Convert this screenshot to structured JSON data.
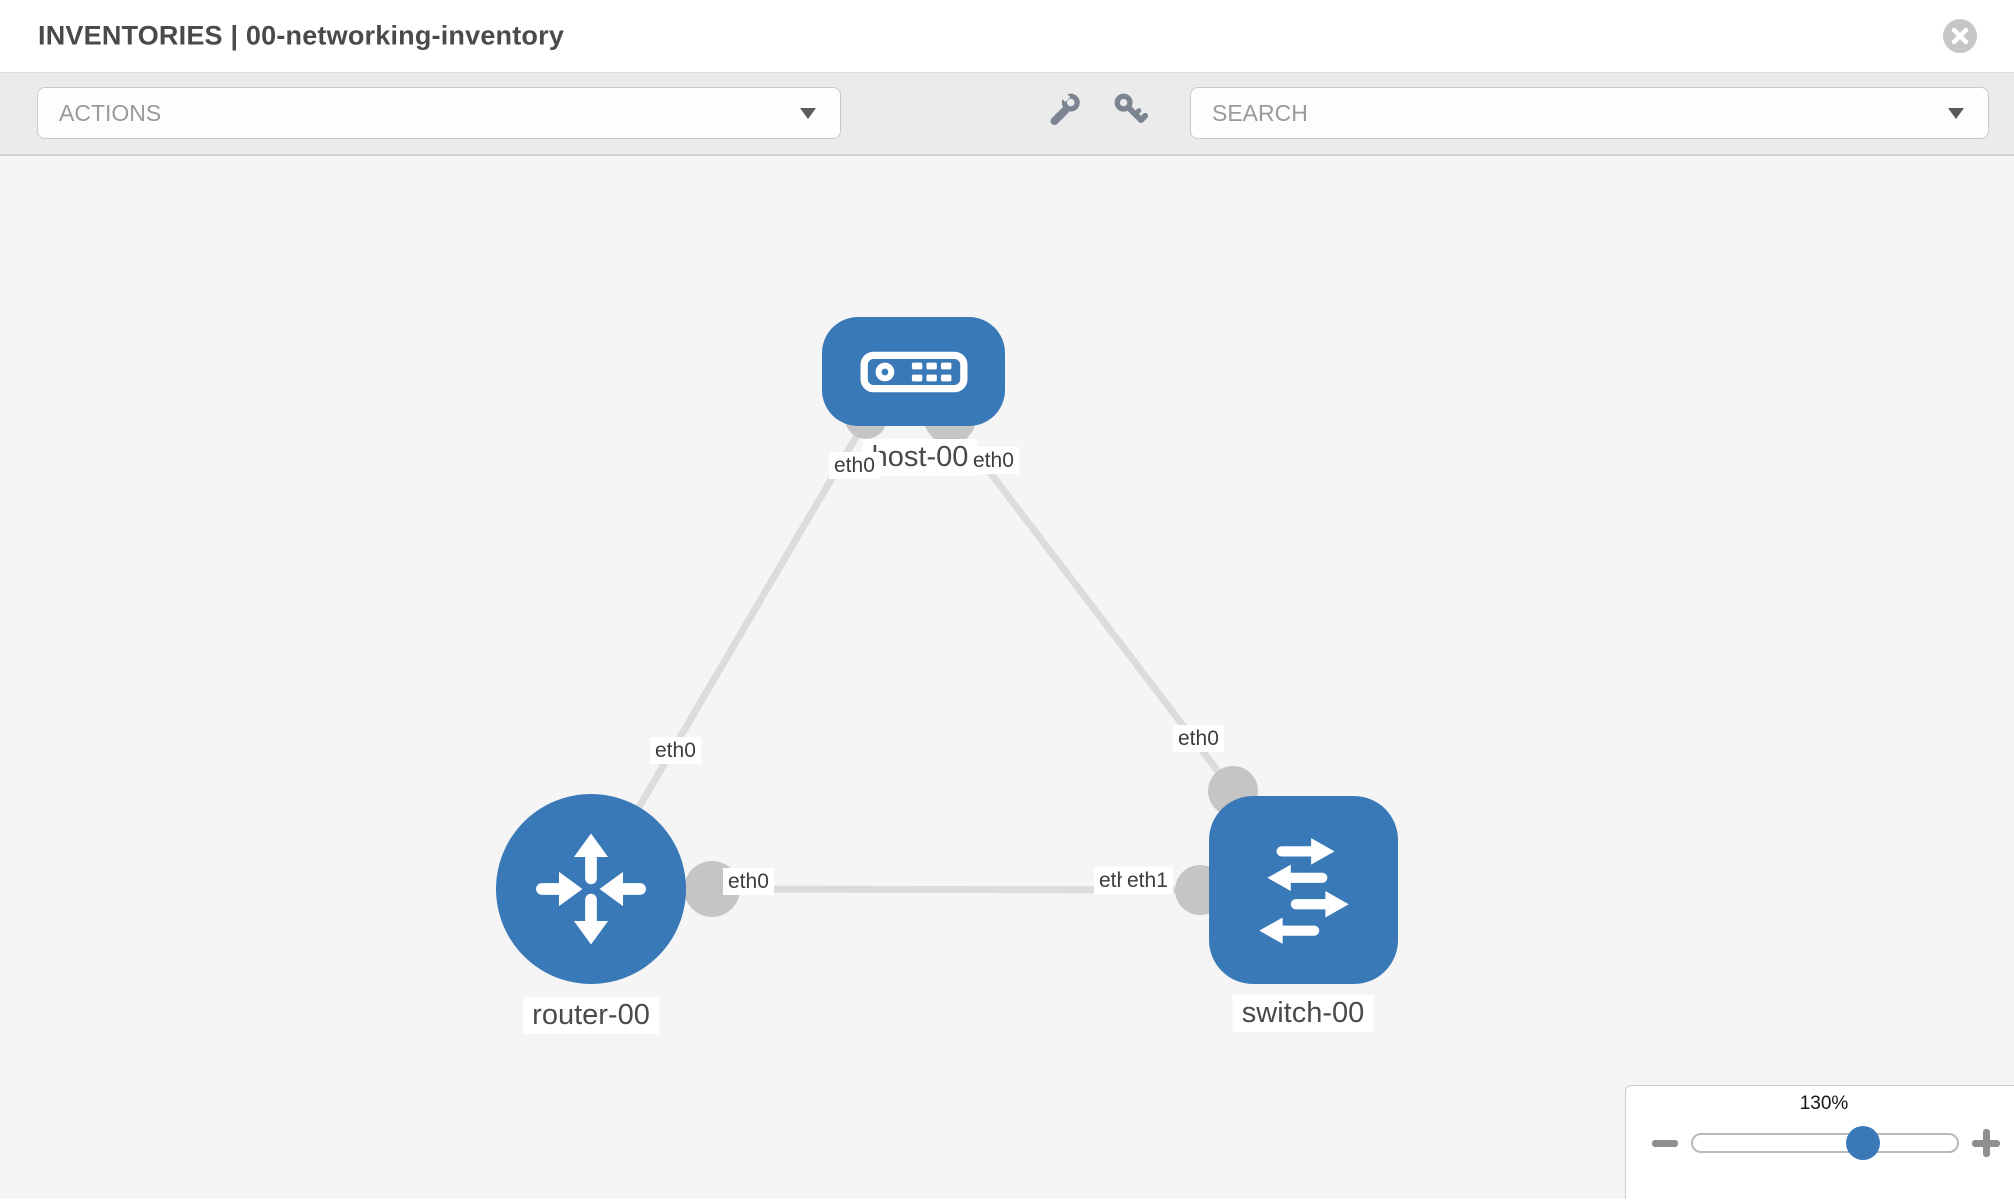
{
  "header": {
    "title": "INVENTORIES | 00-networking-inventory",
    "close_icon": "close-icon"
  },
  "toolbar": {
    "actions_dropdown": {
      "label": "ACTIONS",
      "caret_icon": "chevron-down-icon"
    },
    "tool_icons": [
      "wrench-icon",
      "key-icon"
    ],
    "search_dropdown": {
      "placeholder": "SEARCH",
      "caret_icon": "chevron-down-icon"
    }
  },
  "topology": {
    "nodes": [
      {
        "id": "host-00",
        "label": "host-00",
        "type": "host",
        "icon": "server-icon"
      },
      {
        "id": "router-00",
        "label": "router-00",
        "type": "router",
        "icon": "router-crossing-arrows-icon"
      },
      {
        "id": "switch-00",
        "label": "switch-00",
        "type": "switch",
        "icon": "switch-exchange-arrows-icon"
      }
    ],
    "links": [
      {
        "from": "host-00",
        "to": "router-00",
        "from_interface": "eth0",
        "to_interface": "eth0"
      },
      {
        "from": "host-00",
        "to": "switch-00",
        "from_interface": "eth0",
        "to_interface": "eth0"
      },
      {
        "from": "router-00",
        "to": "switch-00",
        "from_interface": "eth0",
        "to_interface": "eth1",
        "to_interface_overlapped_labels": [
          "eth0",
          "eth1"
        ]
      }
    ]
  },
  "zoom_control": {
    "value": "130%",
    "minus_icon": "minus-icon",
    "plus_icon": "plus-icon"
  },
  "colors": {
    "node_blue": "#3a79b8",
    "link_gray": "#dcdcdc",
    "port_gray": "#c5c5c5",
    "toolbar_gray": "#ebebeb",
    "canvas_gray": "#f5f5f6",
    "icon_slate": "#7b8490"
  }
}
